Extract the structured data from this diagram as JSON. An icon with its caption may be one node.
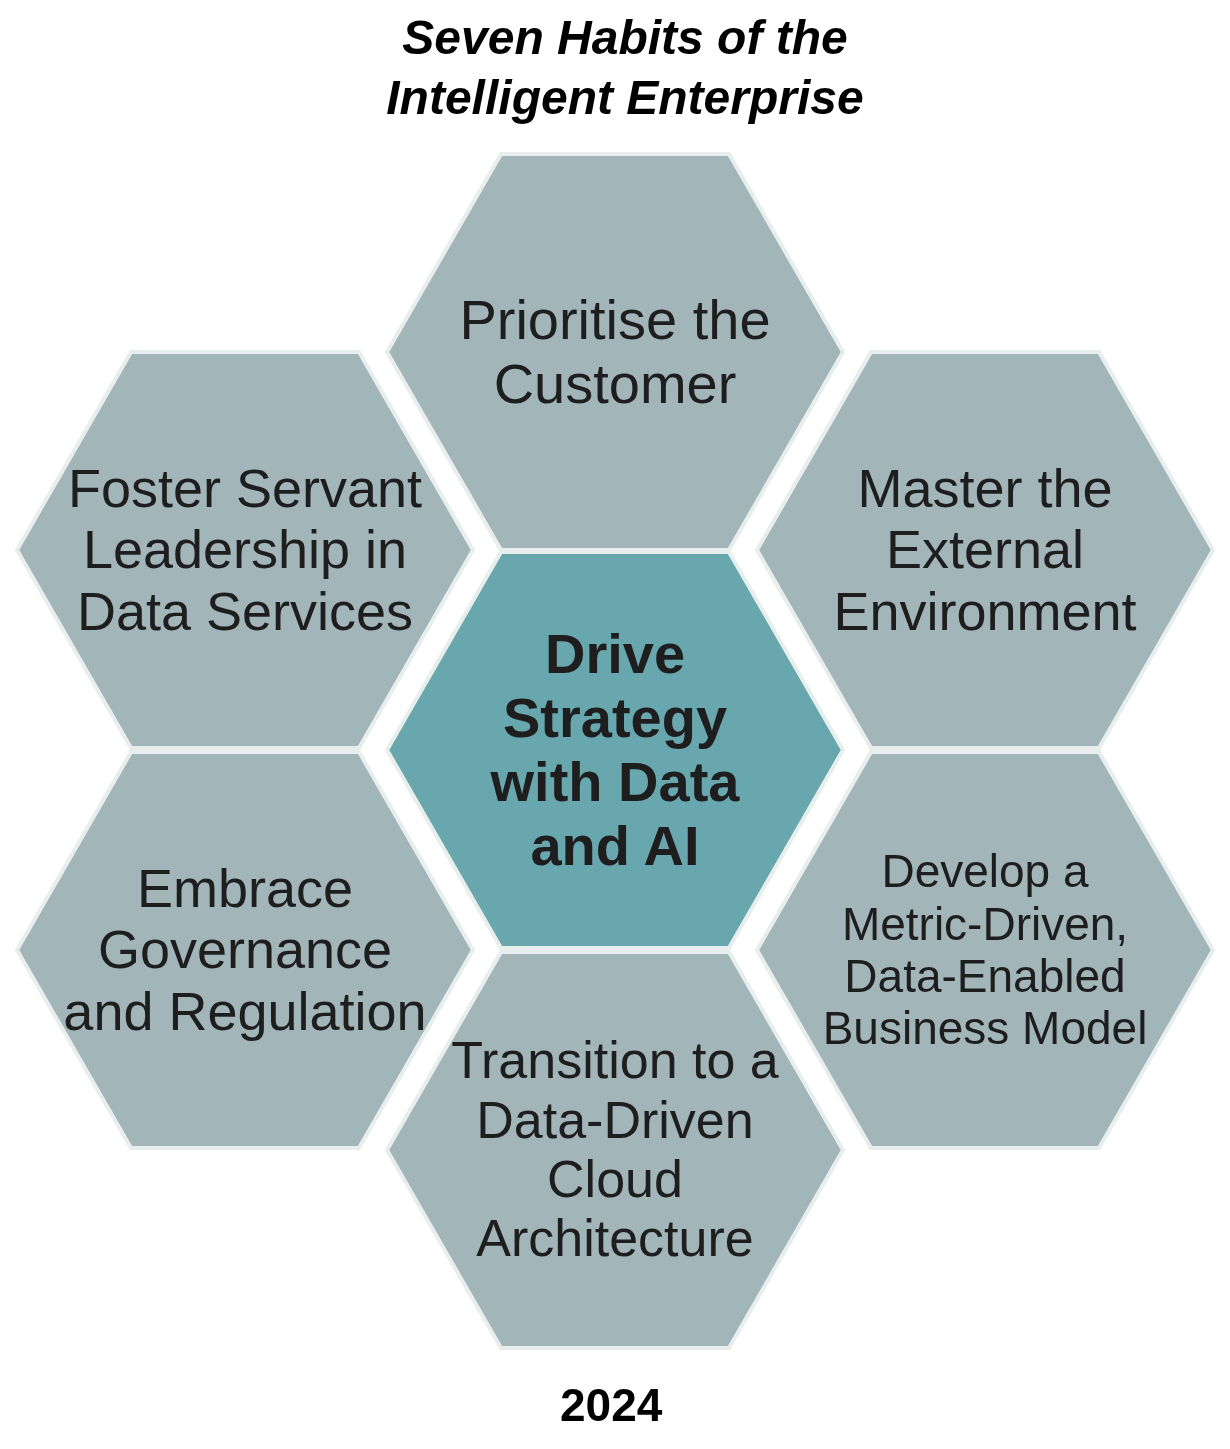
{
  "diagram": {
    "title": "Seven Habits of the Intelligent Enterprise",
    "caption": "2024",
    "nodes": [
      {
        "text": [
          "Prioritise the Customer"
        ]
      },
      {
        "text": [
          "Foster Servant Leadership in Data Services"
        ]
      },
      {
        "text": [
          "Master the External Environment"
        ]
      },
      {
        "text": [
          "Drive Strategy with Data and AI"
        ]
      },
      {
        "text": [
          "Embrace Governance and Regulation"
        ]
      },
      {
        "text": [
          "Develop a Metric-Driven, Data-Enabled Business Model"
        ]
      },
      {
        "text": [
          "Transition to a Data-Driven Cloud Architecture"
        ]
      }
    ]
  }
}
